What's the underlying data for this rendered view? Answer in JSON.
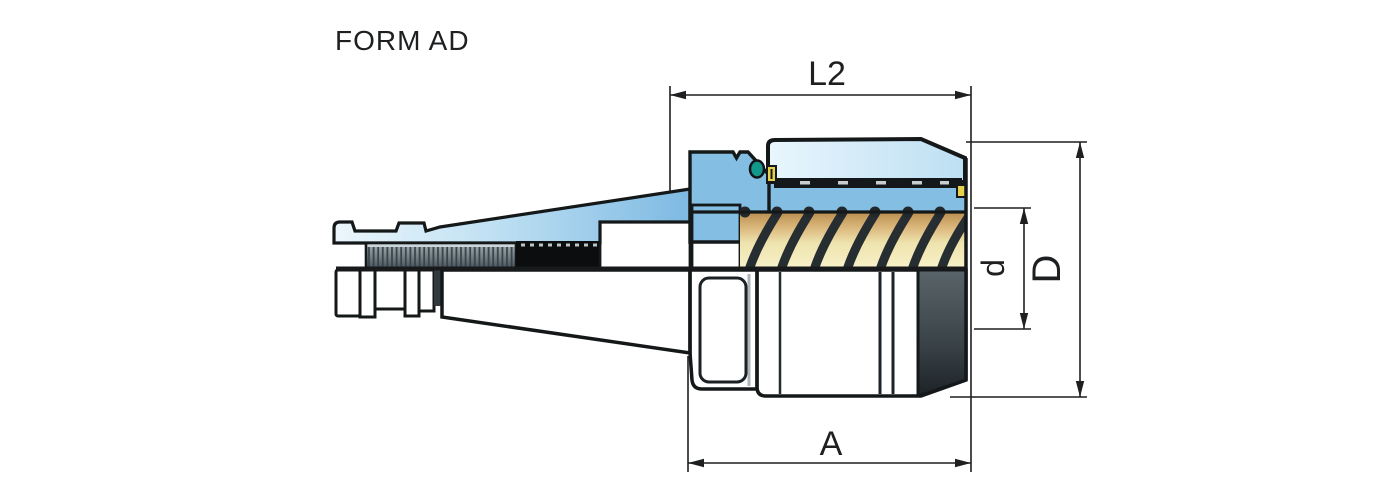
{
  "labels": {
    "form": "FORM AD"
  },
  "dimensions": {
    "l2": "L2",
    "a": "A",
    "d": "d",
    "D": "D"
  },
  "drawing": {
    "type": "technical-section-drawing",
    "subject": "collet-chuck-tool-holder-half-section",
    "colors": {
      "background": "#ffffff",
      "outline": "#141819",
      "dimension_line": "#1d1f21",
      "section_hatch_pale_blue": "#e9f5fc",
      "section_hatch_light_blue": "#c2e2f4",
      "section_hatch_medium_blue": "#84bee3",
      "collet_tan_dark": "#b98e4f",
      "collet_tan_light": "#f7f1c8",
      "coil_dark": "#272e31",
      "steel_highlight": "#f7fafb",
      "steel_mid": "#87929a",
      "steel_dark": "#2c3438",
      "pull_stud_blue": "#2e3da0",
      "seal_green": "#12988a",
      "seal_yellow": "#e5d14c",
      "bore_black": "#0b0d0e"
    }
  }
}
